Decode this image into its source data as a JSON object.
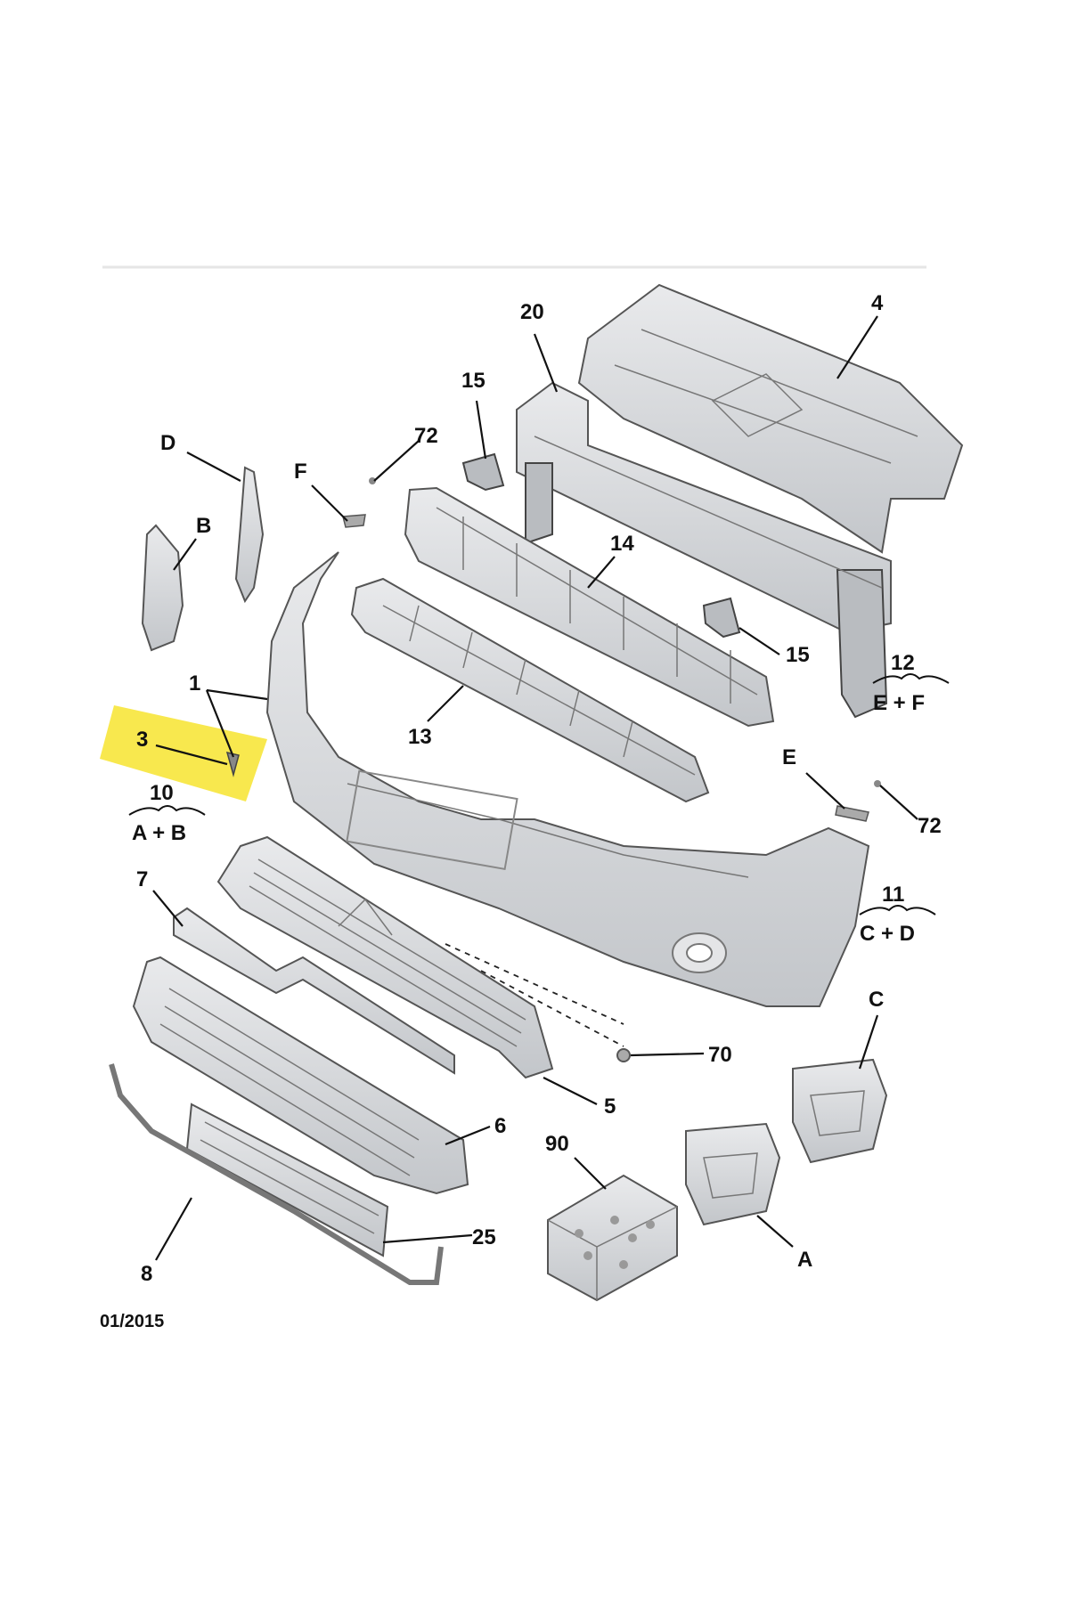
{
  "diagram": {
    "date_code": "01/2015",
    "callouts": {
      "n20": "20",
      "n4": "4",
      "n15a": "15",
      "n72a": "72",
      "nD": "D",
      "nF": "F",
      "nB": "B",
      "n14": "14",
      "n15b": "15",
      "n12": "12",
      "n12sub": "E + F",
      "n1": "1",
      "n13": "13",
      "n3": "3",
      "n10": "10",
      "n10sub": "A + B",
      "nE": "E",
      "n72b": "72",
      "n11": "11",
      "n11sub": "C + D",
      "n7": "7",
      "nC": "C",
      "n70": "70",
      "n5": "5",
      "n90": "90",
      "n6": "6",
      "n25": "25",
      "nA": "A",
      "n8": "8"
    },
    "colors": {
      "highlight": "#f7e53b",
      "part_fill": "#d6d8db",
      "label": "#111111"
    }
  }
}
